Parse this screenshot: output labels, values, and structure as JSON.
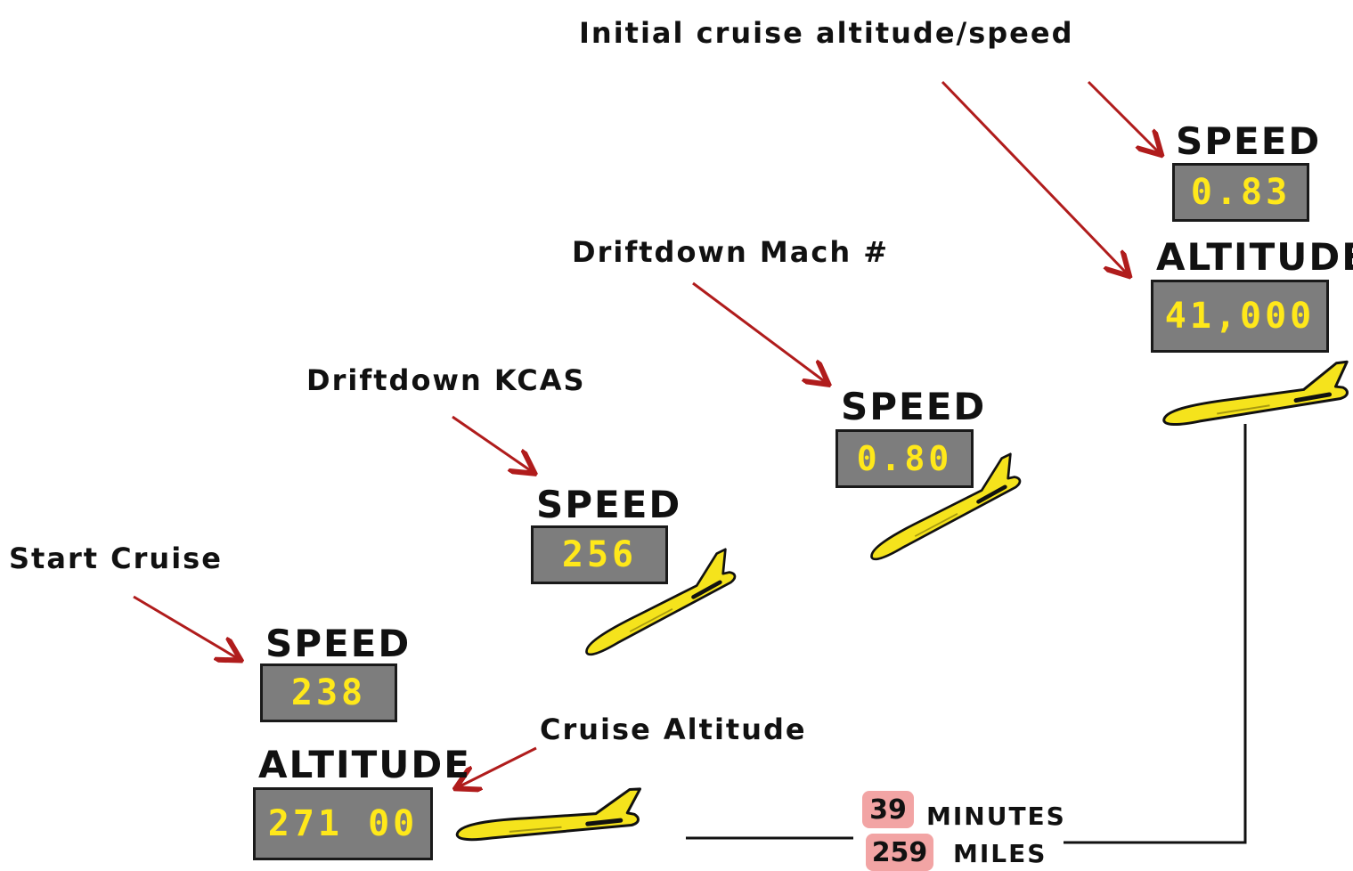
{
  "annotations": {
    "initial_cruise": "Initial cruise altitude/speed",
    "driftdown_mach": "Driftdown Mach #",
    "driftdown_kcas": "Driftdown KCAS",
    "start_cruise": "Start Cruise",
    "cruise_altitude": "Cruise Altitude"
  },
  "headers": {
    "speed": "SPEED",
    "altitude": "ALTITUDE"
  },
  "points": {
    "start": {
      "speed": "238",
      "altitude": "271 00"
    },
    "kcas": {
      "speed": "256"
    },
    "mach": {
      "speed": "0.80"
    },
    "initial": {
      "speed": "0.83",
      "altitude": "41,000"
    }
  },
  "summary": {
    "minutes_value": "39",
    "minutes_label": "MINUTES",
    "miles_value": "259",
    "miles_label": "MILES"
  },
  "colors": {
    "arrow": "#b01c1c",
    "plane": "#f5e31c",
    "box": "#7d7d7d",
    "digits": "#ffe81a",
    "badge": "#f2a4a4"
  }
}
